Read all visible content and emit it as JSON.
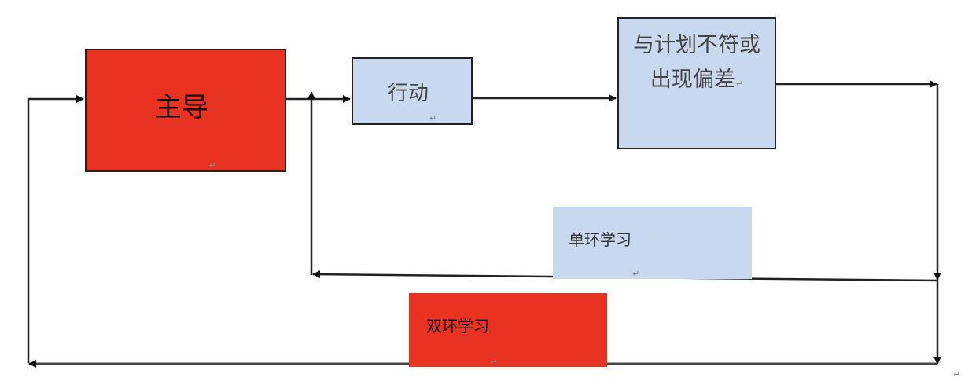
{
  "diagram": {
    "title": "单环学习与双环学习",
    "colors": {
      "red": "#e83323",
      "blue": "#c8d8ee",
      "line": "#222222"
    },
    "nodes": {
      "lead": {
        "label": "主导"
      },
      "action": {
        "label": "行动"
      },
      "deviation": {
        "line1": "与计划不符或",
        "line2": "出现偏差"
      },
      "single_loop": {
        "label": "单环学习"
      },
      "double_loop": {
        "label": "双环学习"
      }
    },
    "paragraph_mark": "↵",
    "edges": [
      {
        "from": "lead",
        "to": "action"
      },
      {
        "from": "action",
        "to": "deviation"
      },
      {
        "from": "deviation",
        "to": "action",
        "via": "single_loop"
      },
      {
        "from": "deviation",
        "to": "lead",
        "via": "double_loop"
      }
    ]
  }
}
